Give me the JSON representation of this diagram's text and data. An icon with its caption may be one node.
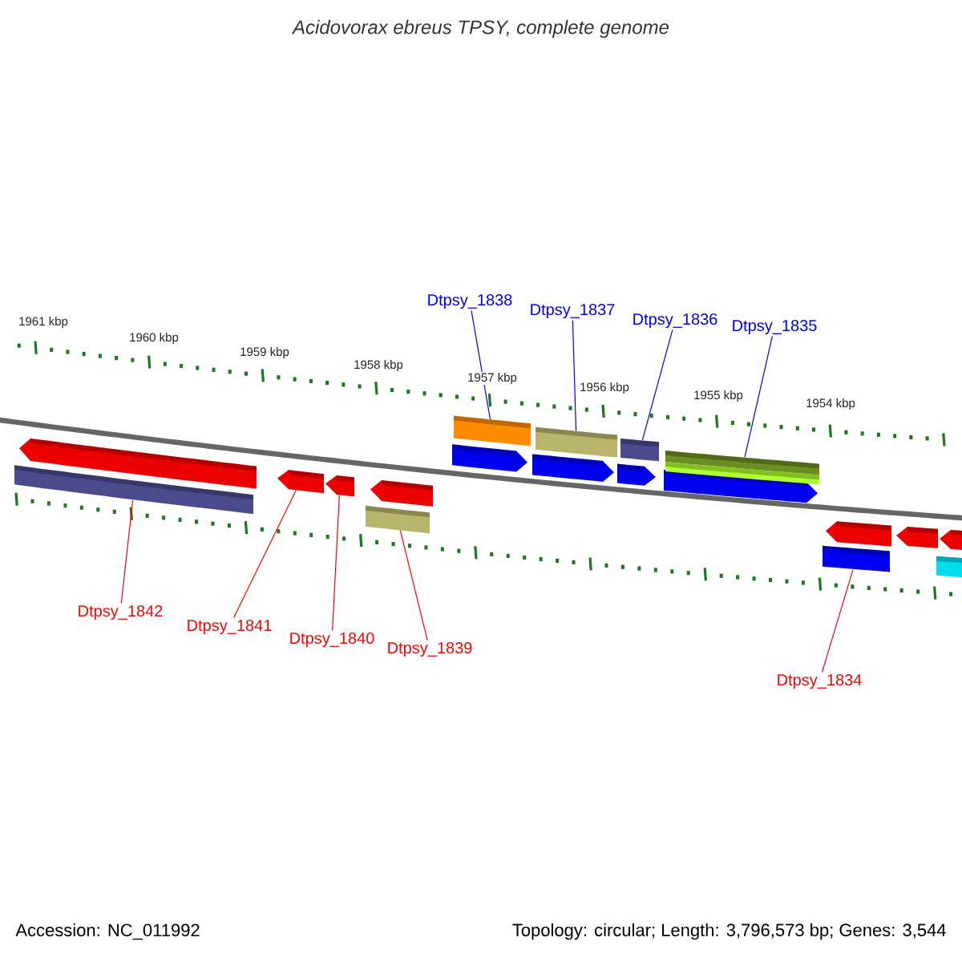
{
  "diagram": {
    "title": "Acidovorax ebreus TPSY, complete genome",
    "nodes": [
      {
        "text": [
          "Dtpsy_1838"
        ]
      },
      {
        "text": [
          "Dtpsy_1837"
        ]
      },
      {
        "text": [
          "Dtpsy_1836"
        ]
      },
      {
        "text": [
          "Dtpsy_1835"
        ]
      },
      {
        "text": [
          "Dtpsy_1842"
        ]
      },
      {
        "text": [
          "Dtpsy_1841"
        ]
      },
      {
        "text": [
          "Dtpsy_1840"
        ]
      },
      {
        "text": [
          "Dtpsy_1839"
        ]
      },
      {
        "text": [
          "Dtpsy_1834"
        ]
      },
      {
        "text": [],
        "shape": "bar"
      },
      {
        "text": [],
        "shape": "arrow"
      },
      {
        "text": [],
        "shape": "arrow"
      },
      {
        "text": [],
        "shape": "arrow"
      },
      {
        "text": [],
        "shape": "bar"
      },
      {
        "text": [],
        "shape": "arrow"
      },
      {
        "text": [],
        "shape": "arrow"
      },
      {
        "text": [],
        "shape": "bar"
      },
      {
        "text": [],
        "shape": "arrow"
      },
      {
        "text": [],
        "shape": "bar"
      },
      {
        "text": [],
        "shape": "arrow"
      },
      {
        "text": [],
        "shape": "bar"
      },
      {
        "text": [],
        "shape": "arrow"
      },
      {
        "text": [],
        "shape": "bar"
      },
      {
        "text": [],
        "shape": "bar"
      },
      {
        "text": [],
        "shape": "arrow"
      },
      {
        "text": [],
        "shape": "arrow"
      },
      {
        "text": [],
        "shape": "bar"
      },
      {
        "text": [],
        "shape": "arrow"
      }
    ],
    "edges": [
      {
        "from": 0,
        "to": 16,
        "arrow": "none",
        "color": "#0000ff"
      },
      {
        "from": 1,
        "to": 18,
        "arrow": "none",
        "color": "#0000ff"
      },
      {
        "from": 2,
        "to": 20,
        "arrow": "none",
        "color": "#0000ff"
      },
      {
        "from": 3,
        "to": 22,
        "arrow": "none",
        "color": "#0000ff"
      },
      {
        "from": 4,
        "to": 9,
        "arrow": "none"
      },
      {
        "from": 5,
        "to": 11,
        "arrow": "none"
      },
      {
        "from": 6,
        "to": 12,
        "arrow": "none"
      },
      {
        "from": 7,
        "to": 13,
        "arrow": "none"
      },
      {
        "from": 8,
        "to": 23,
        "arrow": "none"
      }
    ],
    "labels": [
      "1961 kbp",
      "1960 kbp",
      "1959 kbp",
      "1958 kbp",
      "1957 kbp",
      "1956 kbp",
      "1955 kbp",
      "1954 kbp",
      "Accession: NC_011992",
      "Topology: circular; Length: 3,796,573 bp; Genes: 3,544"
    ]
  }
}
